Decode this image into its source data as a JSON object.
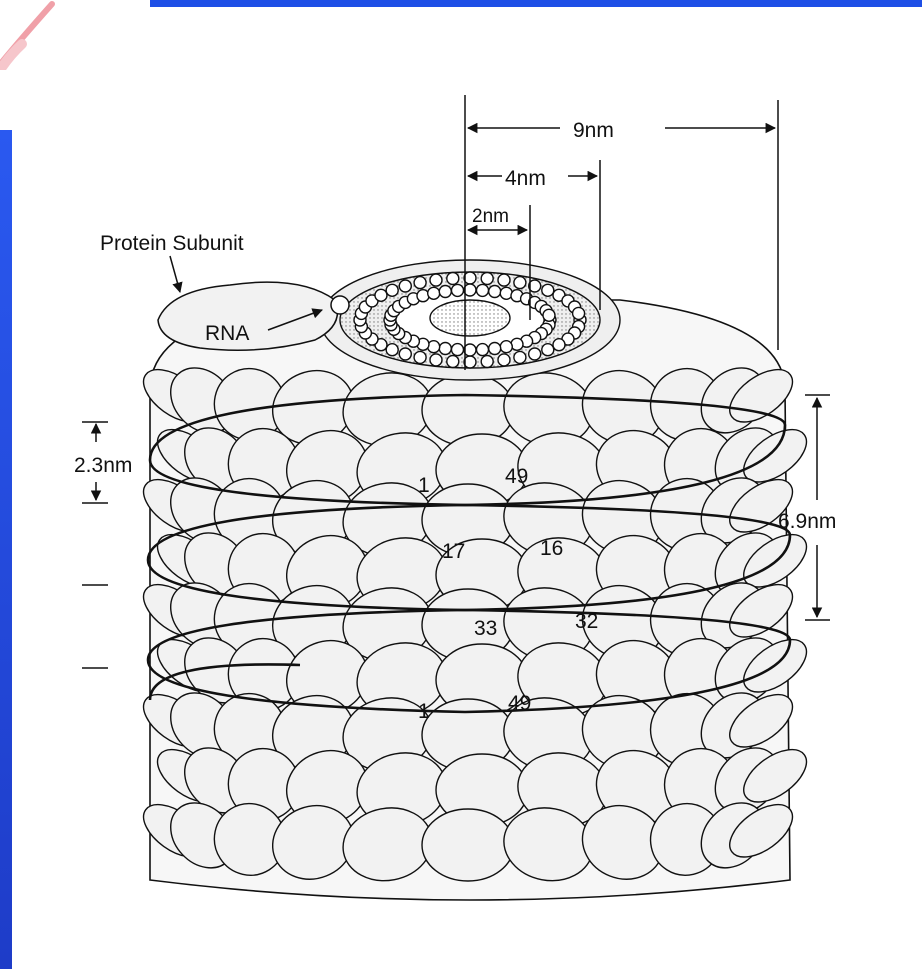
{
  "labels": {
    "dim_outer": "9nm",
    "dim_mid": "4nm",
    "dim_inner": "2nm",
    "protein_subunit": "Protein Subunit",
    "rna": "RNA",
    "pitch": "2.3nm",
    "height": "6.9nm"
  },
  "subunit_numbers": {
    "top_left": "1",
    "top_right": "49",
    "second_left": "17",
    "second_right": "16",
    "third_left": "33",
    "third_right": "32",
    "bottom_left": "1",
    "bottom_right": "49"
  },
  "colors": {
    "accent_bar": "#1e4fe6",
    "swoosh": "#f0a0a8",
    "ink": "#111111",
    "subunit_fill": "#f2f2f2"
  }
}
